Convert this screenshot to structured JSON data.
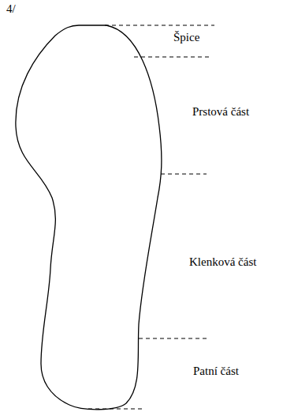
{
  "diagram": {
    "labels": [
      "4/",
      "Špice",
      "Prstová část",
      "Klenková část",
      "Patní část"
    ]
  }
}
